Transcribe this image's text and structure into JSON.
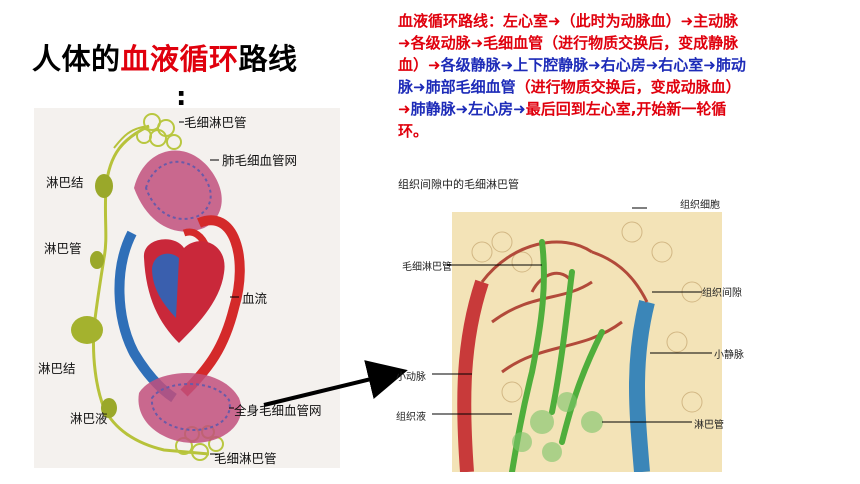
{
  "title": {
    "part1": "人体的",
    "highlight": "血液循环",
    "part2": "路线",
    "colon": ":"
  },
  "route": {
    "seg1": "血液循环路线：左心室➜（此时为动脉血）➜主动脉➜各级动脉➜毛细血管（进行物质交换后，变成静脉血）➜",
    "seg2": "各级静脉➜上下腔静脉➜右心房➜右心室➜肺动脉➜肺部毛细血管",
    "seg3": "（进行物质交换后，变成动脉血）➜",
    "seg4": "肺静脉➜左心房➜",
    "seg5": "最后回到左心室,开始新一轮循环。"
  },
  "left_figure": {
    "labels": {
      "capillary_lymph_top": "毛细淋巴管",
      "lung_capillary": "肺毛细血管网",
      "lymph_node_1": "淋巴结",
      "lymph_vessel": "淋巴管",
      "blood_flow": "血流",
      "lymph_node_2": "淋巴结",
      "lymph_fluid": "淋巴液",
      "body_capillary": "全身毛细血管网",
      "capillary_lymph_bottom": "毛细淋巴管"
    }
  },
  "right_figure": {
    "title": "组织间隙中的毛细淋巴管",
    "labels": {
      "tissue_cell": "组织细胞",
      "capillary_lymph": "毛细淋巴管",
      "tissue_space": "组织间隙",
      "small_vein": "小静脉",
      "small_artery": "小动脉",
      "tissue_fluid": "组织液",
      "lymph_vessel": "淋巴管"
    }
  },
  "colors": {
    "red": "#e0000d",
    "blue": "#1d2bb8",
    "artery": "#d42a2a",
    "vein": "#2f6fb8",
    "lymph": "#a8b83a",
    "lymph_green": "#4fae3c"
  }
}
